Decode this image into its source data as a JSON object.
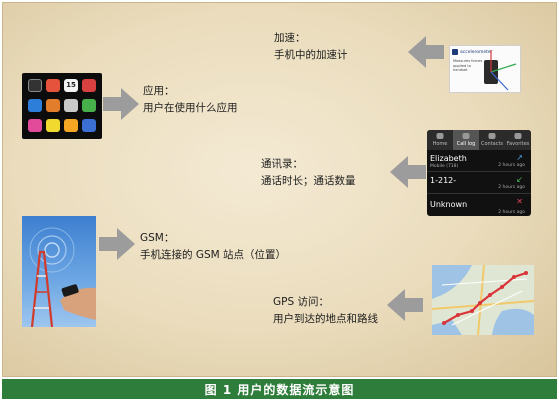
{
  "caption": "图 1 用户的数据流示意图",
  "labels": {
    "app": {
      "title": "应用：",
      "desc": "用户在使用什么应用"
    },
    "accel": {
      "title": "加速：",
      "desc": "手机中的加速计"
    },
    "contacts": {
      "title": "通讯录：",
      "desc": "通话时长；通话数量"
    },
    "gsm": {
      "title": "GSM：",
      "desc": "手机连接的 GSM 站点（位置）"
    },
    "gps": {
      "title": "GPS 访问：",
      "desc": "用户到达的地点和路线"
    }
  },
  "app_thumb": {
    "calendar_day": "15"
  },
  "accel_thumb": {
    "header": "accelerometer",
    "note": "Measures forces applied to handset"
  },
  "phone_thumb": {
    "tabs": [
      "Home",
      "Call log",
      "Contacts",
      "Favorites"
    ],
    "active_tab": 1,
    "rows": [
      {
        "name": "Elizabeth",
        "sub": "Mobile (718)",
        "time": "2 hours ago",
        "icon": "outgoing-call-icon"
      },
      {
        "name": "1-212-",
        "sub": "",
        "time": "2 hours ago",
        "icon": "incoming-call-icon"
      },
      {
        "name": "Unknown",
        "sub": "",
        "time": "2 hours ago",
        "icon": "missed-call-icon"
      }
    ]
  },
  "colors": {
    "panel": "#eadcbc",
    "caption_bar": "#2f7d3a",
    "arrow": "#9c9c9c",
    "route": "#d9343a"
  }
}
